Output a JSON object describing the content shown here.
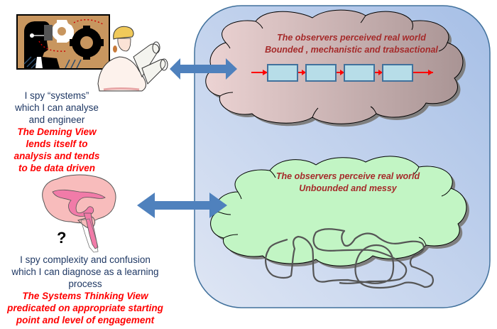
{
  "top_view": {
    "caption_lines": [
      "I spy “systems”",
      "which I can analyse",
      "and engineer"
    ],
    "emphasis_lines": [
      "The Deming View",
      "lends itself to",
      "analysis and tends",
      "to be data driven"
    ],
    "images": [
      "gears-head-icon",
      "engineer-with-plans-icon"
    ]
  },
  "bottom_view": {
    "question_mark": "?",
    "caption_lines": [
      "I spy complexity and confusion",
      "which I can diagnose as a learning",
      "process"
    ],
    "emphasis_lines": [
      "The Systems Thinking View",
      "predicated on  appropriate starting",
      "point and level of engagement"
    ],
    "images": [
      "brain-icon"
    ]
  },
  "real_world_panel": {
    "top_cloud": {
      "lines": [
        "The observers perceived real world",
        "Bounded , mechanistic and trabsactional"
      ],
      "process_steps": 4,
      "fill": "#c9a9a9"
    },
    "bottom_cloud": {
      "lines": [
        "The observers perceive real world",
        "Unbounded and messy"
      ],
      "fill": "#c2f5c4"
    }
  },
  "colors": {
    "panel_border": "#41719c",
    "arrow": "#4f81bd",
    "process_box": "#b7dde8",
    "flow_arrow": "#ff0000",
    "cloud_text": "#a52a2a",
    "emphasis_text": "#ff0000",
    "caption_text": "#1f3864"
  }
}
